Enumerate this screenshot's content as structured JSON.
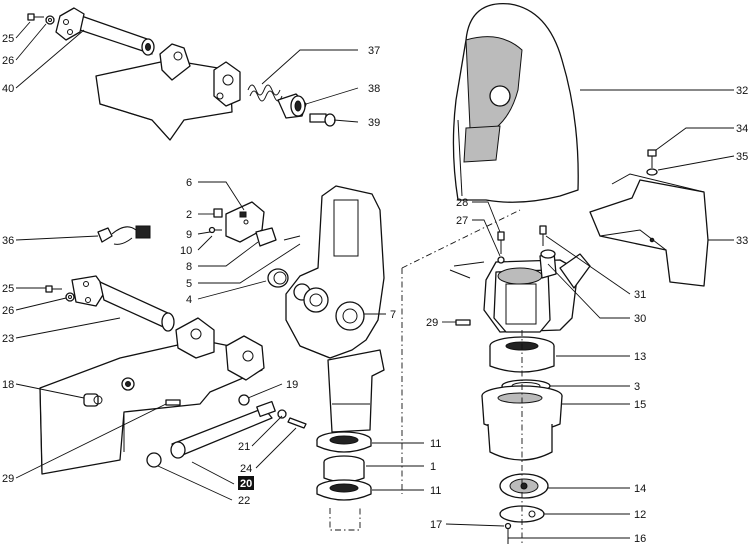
{
  "callouts": [
    {
      "id": "c25a",
      "text": "25"
    },
    {
      "id": "c26a",
      "text": "26"
    },
    {
      "id": "c40",
      "text": "40"
    },
    {
      "id": "c37",
      "text": "37"
    },
    {
      "id": "c38",
      "text": "38"
    },
    {
      "id": "c39",
      "text": "39"
    },
    {
      "id": "c6",
      "text": "6"
    },
    {
      "id": "c2",
      "text": "2"
    },
    {
      "id": "c9",
      "text": "9"
    },
    {
      "id": "c10",
      "text": "10"
    },
    {
      "id": "c8",
      "text": "8"
    },
    {
      "id": "c5",
      "text": "5"
    },
    {
      "id": "c4",
      "text": "4"
    },
    {
      "id": "c36",
      "text": "36"
    },
    {
      "id": "c25b",
      "text": "25"
    },
    {
      "id": "c26b",
      "text": "26"
    },
    {
      "id": "c23",
      "text": "23"
    },
    {
      "id": "c7",
      "text": "7"
    },
    {
      "id": "c18",
      "text": "18"
    },
    {
      "id": "c19",
      "text": "19"
    },
    {
      "id": "c21",
      "text": "21"
    },
    {
      "id": "c24",
      "text": "24"
    },
    {
      "id": "c29a",
      "text": "29"
    },
    {
      "id": "c20",
      "text": "20"
    },
    {
      "id": "c22",
      "text": "22"
    },
    {
      "id": "c11a",
      "text": "11"
    },
    {
      "id": "c1",
      "text": "1"
    },
    {
      "id": "c11b",
      "text": "11"
    },
    {
      "id": "c32",
      "text": "32"
    },
    {
      "id": "c34",
      "text": "34"
    },
    {
      "id": "c35",
      "text": "35"
    },
    {
      "id": "c33",
      "text": "33"
    },
    {
      "id": "c28",
      "text": "28"
    },
    {
      "id": "c27",
      "text": "27"
    },
    {
      "id": "c31",
      "text": "31"
    },
    {
      "id": "c30",
      "text": "30"
    },
    {
      "id": "c29b",
      "text": "29"
    },
    {
      "id": "c13",
      "text": "13"
    },
    {
      "id": "c3",
      "text": "3"
    },
    {
      "id": "c15",
      "text": "15"
    },
    {
      "id": "c14",
      "text": "14"
    },
    {
      "id": "c12",
      "text": "12"
    },
    {
      "id": "c17",
      "text": "17"
    },
    {
      "id": "c16",
      "text": "16"
    }
  ]
}
